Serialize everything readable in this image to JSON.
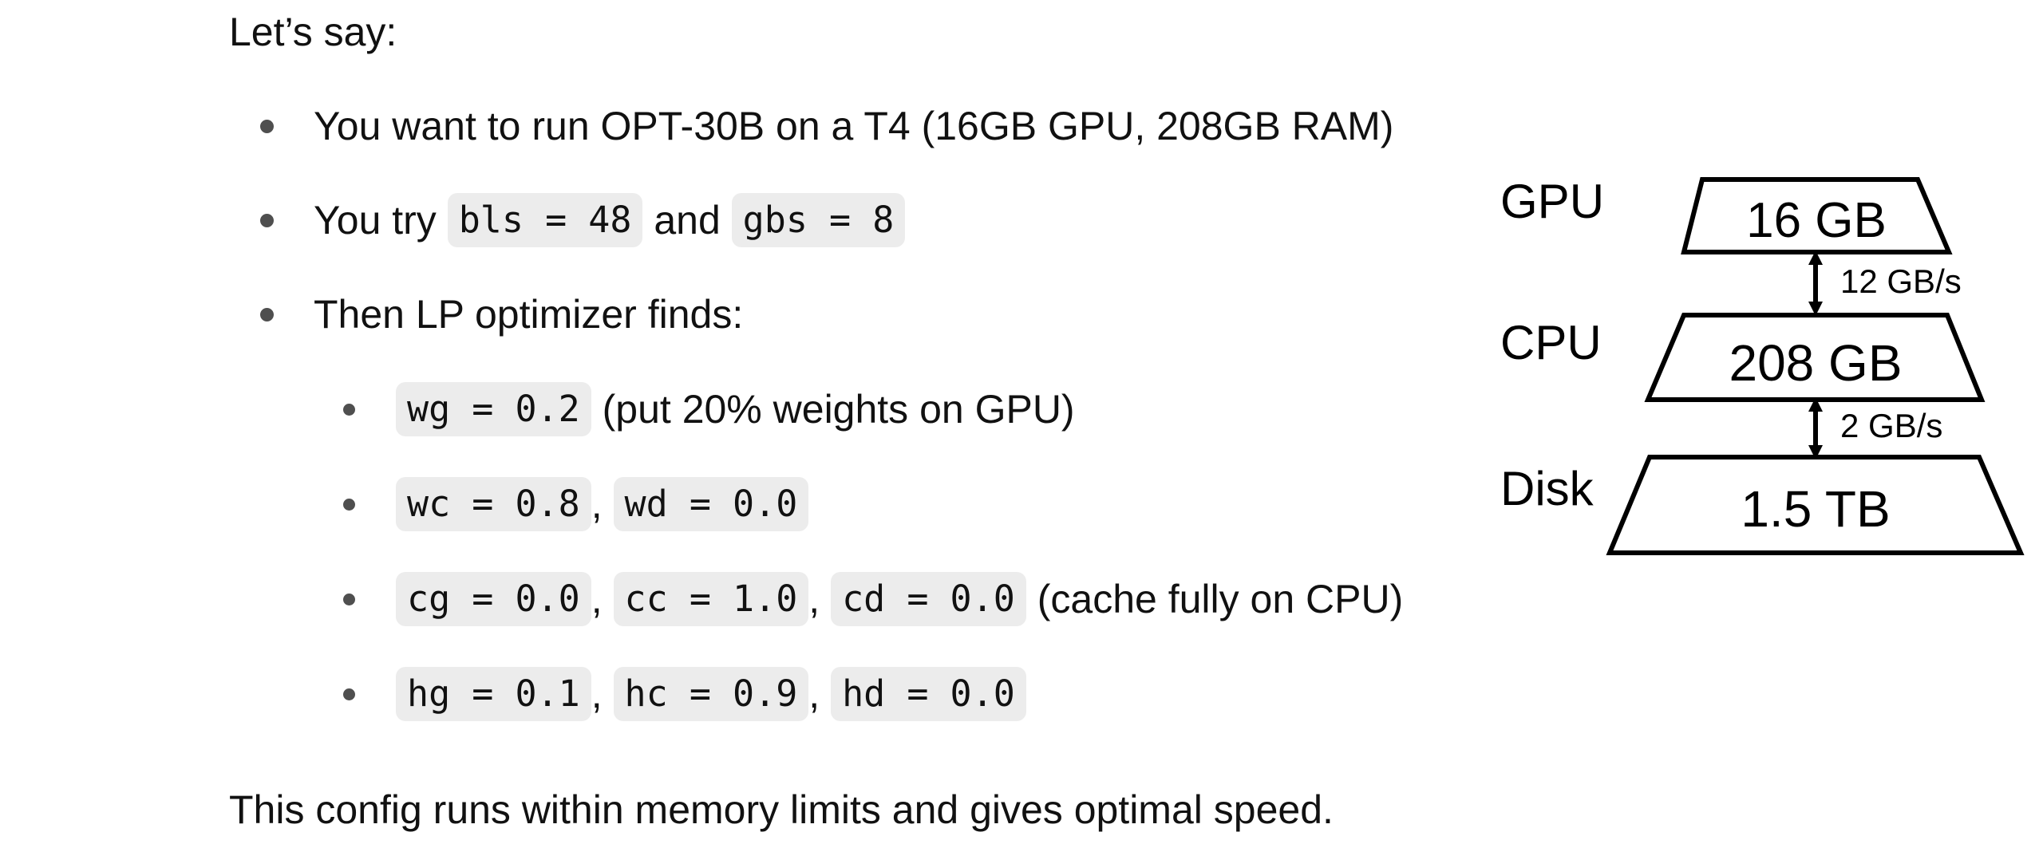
{
  "intro": "Let’s say:",
  "bullets": [
    {
      "text": "You want to run OPT-30B on a T4 (16GB GPU, 208GB RAM)"
    },
    {
      "pre": "You try ",
      "code1": "bls = 48",
      "mid": " and ",
      "code2": "gbs = 8"
    },
    {
      "text": "Then LP optimizer finds:"
    }
  ],
  "sub_bullets": [
    {
      "codes": [
        "wg = 0.2"
      ],
      "sep": ", ",
      "suffix": " (put 20% weights on GPU)"
    },
    {
      "codes": [
        "wc = 0.8",
        "wd = 0.0"
      ],
      "sep": ", ",
      "suffix": ""
    },
    {
      "codes": [
        "cg = 0.0",
        "cc = 1.0",
        "cd = 0.0"
      ],
      "sep": ", ",
      "suffix": " (cache fully on CPU)"
    },
    {
      "codes": [
        "hg = 0.1",
        "hc = 0.9",
        "hd = 0.0"
      ],
      "sep": ", ",
      "suffix": ""
    }
  ],
  "conclusion": "This config runs within memory limits and gives optimal speed.",
  "diagram": {
    "tiers": [
      {
        "label": "GPU",
        "capacity": "16 GB"
      },
      {
        "label": "CPU",
        "capacity": "208 GB"
      },
      {
        "label": "Disk",
        "capacity": "1.5 TB"
      }
    ],
    "links": [
      {
        "bandwidth": "12 GB/s"
      },
      {
        "bandwidth": "2 GB/s"
      }
    ]
  }
}
